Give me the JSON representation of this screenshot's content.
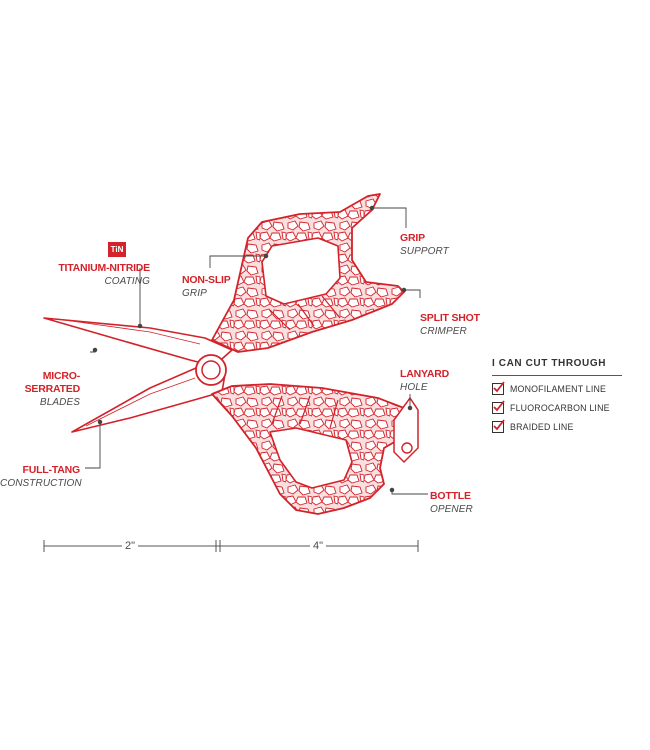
{
  "colors": {
    "accent": "#d3222a",
    "ink": "#333333",
    "fill_pattern": "#f6d9da"
  },
  "badge": {
    "text": "TiN",
    "icon": "tin-badge-icon"
  },
  "callouts": [
    {
      "id": "titanium",
      "title": "TITANIUM-NITRIDE",
      "subtitle": "COATING"
    },
    {
      "id": "micro",
      "title": "MICRO-SERRATED",
      "subtitle": "BLADES"
    },
    {
      "id": "fulltang",
      "title": "FULL-TANG",
      "subtitle": "CONSTRUCTION"
    },
    {
      "id": "nonslip",
      "title": "NON-SLIP",
      "subtitle": "GRIP"
    },
    {
      "id": "grip",
      "title": "GRIP",
      "subtitle": "SUPPORT"
    },
    {
      "id": "splitshot",
      "title": "SPLIT SHOT",
      "subtitle": "CRIMPER"
    },
    {
      "id": "lanyard",
      "title": "LANYARD",
      "subtitle": "HOLE"
    },
    {
      "id": "bottle",
      "title": "BOTTLE",
      "subtitle": "OPENER"
    }
  ],
  "dimensions": {
    "blade_length": "2\"",
    "handle_length": "4\""
  },
  "cut_panel": {
    "title": "I CAN CUT THROUGH",
    "items": [
      {
        "label": "MONOFILAMENT LINE",
        "checked": true
      },
      {
        "label": "FLUOROCARBON LINE",
        "checked": true
      },
      {
        "label": "BRAIDED LINE",
        "checked": true
      }
    ]
  }
}
